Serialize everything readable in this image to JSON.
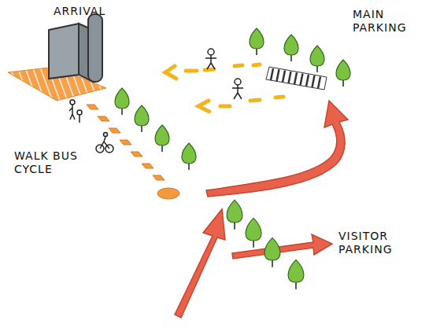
{
  "diagram": {
    "labels": [
      "ARRIVAL",
      "MAIN PARKING",
      "WALK BUS CYCLE",
      "VISITOR PARKING"
    ]
  }
}
